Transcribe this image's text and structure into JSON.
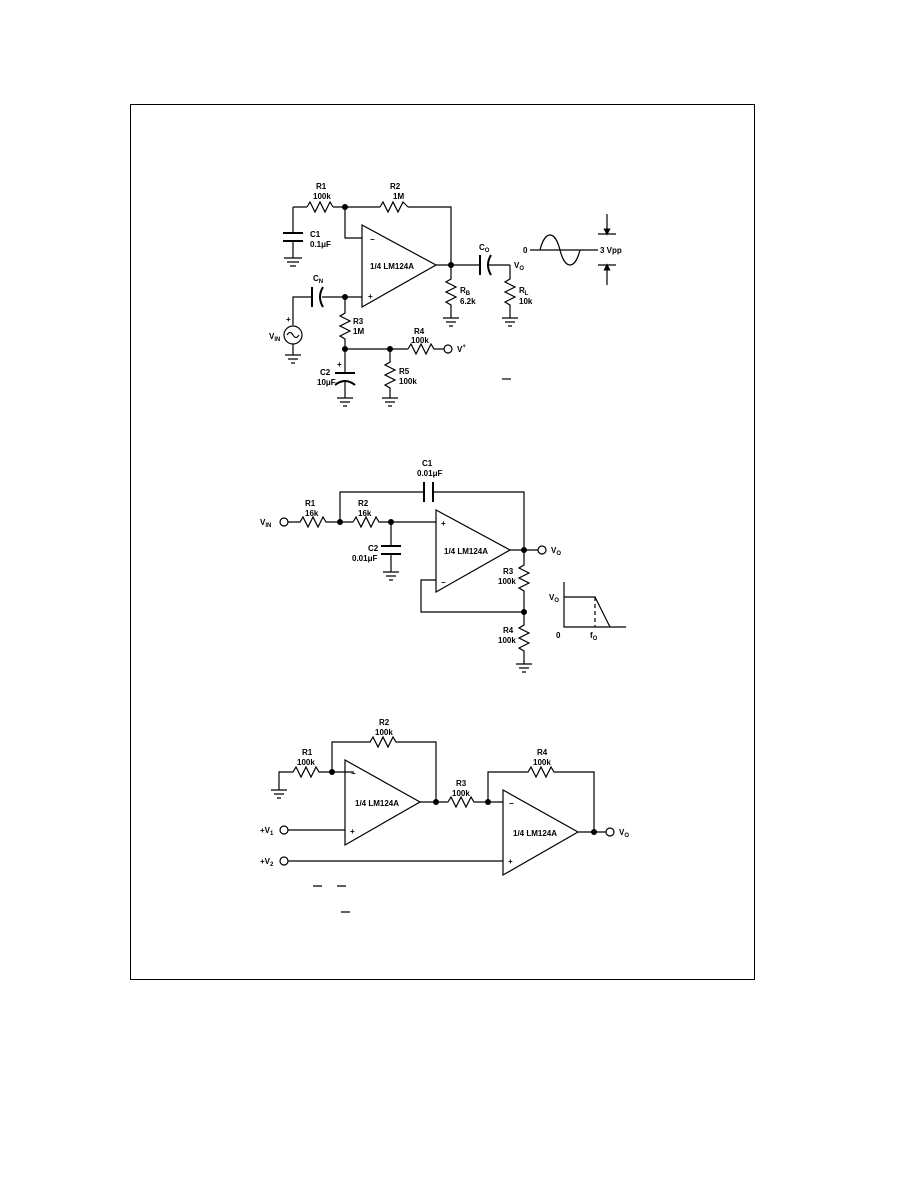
{
  "colors": {
    "ink": "#000000",
    "paper": "#ffffff"
  },
  "circuit1": {
    "r1": {
      "name": "R1",
      "value": "100k"
    },
    "r2": {
      "name": "R2",
      "value": "1M"
    },
    "c1": {
      "name": "C1",
      "value": "0.1μF"
    },
    "cn": {
      "name": "C",
      "sub": "N"
    },
    "opamp": {
      "label": "1/4 LM124A",
      "minus": "−",
      "plus": "+"
    },
    "co": {
      "name": "C",
      "sub": "O"
    },
    "vo": {
      "name": "V",
      "sub": "O"
    },
    "rb": {
      "name": "R",
      "sub": "B",
      "value": "6.2k"
    },
    "rl": {
      "name": "R",
      "sub": "L",
      "value": "10k"
    },
    "r3": {
      "name": "R3",
      "value": "1M"
    },
    "vin": {
      "name": "V",
      "sub": "IN",
      "plus": "+"
    },
    "r4": {
      "name": "R4",
      "value": "100k"
    },
    "vplus": {
      "name": "V",
      "sup": "+"
    },
    "c2": {
      "name": "C2",
      "value": "10μF",
      "plus": "+"
    },
    "r5": {
      "name": "R5",
      "value": "100k"
    },
    "wave": {
      "zero": "0",
      "amp": "3 Vpp"
    }
  },
  "circuit2": {
    "c1": {
      "name": "C1",
      "value": "0.01μF"
    },
    "vin": {
      "name": "V",
      "sub": "IN"
    },
    "r1": {
      "name": "R1",
      "value": "16k"
    },
    "r2": {
      "name": "R2",
      "value": "16k"
    },
    "c2": {
      "name": "C2",
      "value": "0.01μF"
    },
    "opamp": {
      "label": "1/4 LM124A",
      "plus": "+",
      "minus": "−"
    },
    "vo": {
      "name": "V",
      "sub": "O"
    },
    "r3": {
      "name": "R3",
      "value": "100k"
    },
    "r4": {
      "name": "R4",
      "value": "100k"
    },
    "response": {
      "y": "V",
      "ysub": "O",
      "origin": "0",
      "x": "f",
      "xsub": "O"
    }
  },
  "circuit3": {
    "r2": {
      "name": "R2",
      "value": "100k"
    },
    "r1": {
      "name": "R1",
      "value": "100k"
    },
    "opamp1": {
      "label": "1/4 LM124A",
      "minus": "−",
      "plus": "+"
    },
    "r3": {
      "name": "R3",
      "value": "100k"
    },
    "r4": {
      "name": "R4",
      "value": "100k"
    },
    "opamp2": {
      "label": "1/4 LM124A",
      "minus": "−",
      "plus": "+"
    },
    "vo": {
      "name": "V",
      "sub": "O"
    },
    "y1": {
      "name": "+V",
      "sub": "1"
    },
    "y2": {
      "name": "+V",
      "sub": "2"
    }
  }
}
